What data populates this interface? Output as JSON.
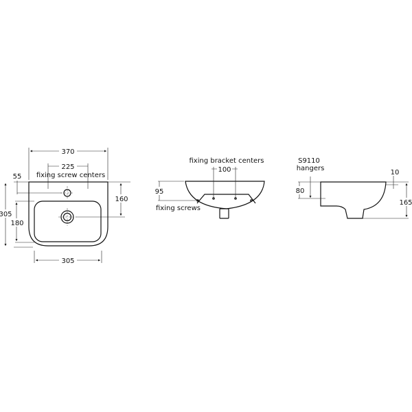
{
  "front_view": {
    "overall_width": "370",
    "fixing_screw_spacing": "225",
    "fixing_screw_label": "fixing screw centers",
    "tap_hole_offset": "55",
    "overall_depth": "305",
    "bowl_depth": "180",
    "waste_offset": "160",
    "bowl_width": "305"
  },
  "front_section": {
    "bracket_label": "fixing bracket centers",
    "bracket_spacing": "100",
    "screw_height": "95",
    "screws_label": "fixing screws"
  },
  "side_view": {
    "hanger_code": "S9110",
    "hanger_label": "hangers",
    "hanger_height": "80",
    "rim_thickness": "10",
    "overall_height": "165"
  }
}
